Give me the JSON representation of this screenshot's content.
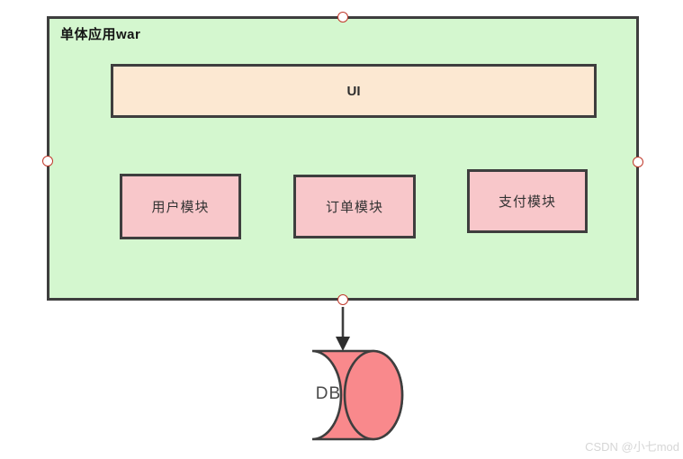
{
  "diagram": {
    "container": {
      "label": "单体应用war"
    },
    "ui": {
      "label": "UI"
    },
    "modules": [
      {
        "label": "用户模块"
      },
      {
        "label": "订单模块"
      },
      {
        "label": "支付模块"
      }
    ],
    "db": {
      "label": "DB"
    },
    "connector": {
      "from": "单体应用war",
      "to": "DB",
      "style": "solid-arrow-down"
    }
  },
  "selection_handles": [
    "top",
    "left",
    "right",
    "bottom"
  ],
  "watermark": {
    "text": "CSDN @小七mod"
  },
  "colors": {
    "container_fill": "#d4f7cf",
    "ui_fill": "#fce8d2",
    "module_fill": "#f8c7ca",
    "db_fill": "#f9898c",
    "shape_border": "#3e3e3e",
    "handle_ring": "#c0392b",
    "watermark_text": "#d6d6d6"
  }
}
